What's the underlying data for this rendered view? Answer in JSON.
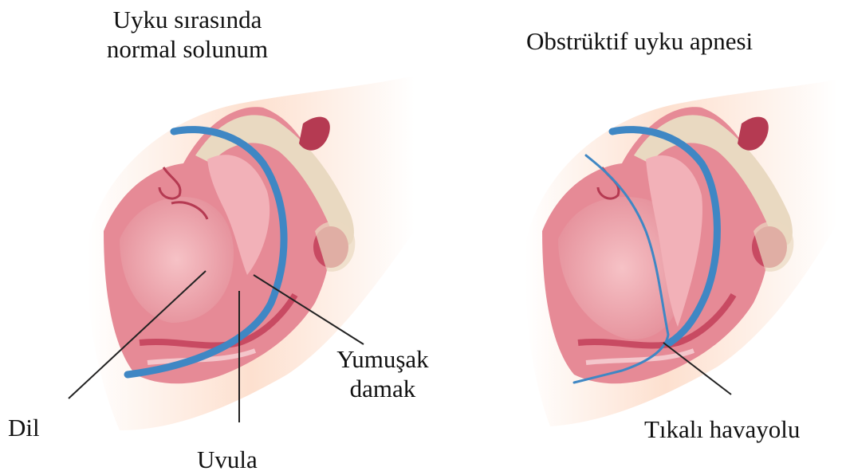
{
  "panels": {
    "normal": {
      "title_line1": "Uyku sırasında",
      "title_line2": "normal solunum",
      "labels": {
        "tongue": "Dil",
        "uvula": "Uvula",
        "soft_palate_line1": "Yumuşak",
        "soft_palate_line2": "damak"
      }
    },
    "apnea": {
      "title": "Obstrüktif uyku apnesi",
      "labels": {
        "blocked_airway": "Tıkalı havayolu"
      }
    }
  },
  "colors": {
    "skin": "#fde0cf",
    "tissue": "#e27f8c",
    "tissue_light": "#f2b1b8",
    "bone": "#e9d9c1",
    "cavity": "#c4455a",
    "airway": "#3f87c4",
    "leader_line": "#222222"
  }
}
